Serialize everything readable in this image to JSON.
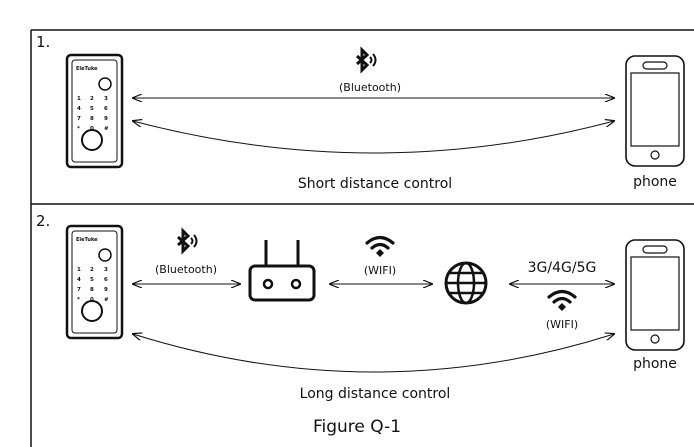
{
  "sections": [
    {
      "number": "1.",
      "lock_brand": "EleTuke",
      "protocol_label": "(Bluetooth)",
      "phone_label": "phone",
      "caption": "Short distance control"
    },
    {
      "number": "2.",
      "lock_brand": "EleTuke",
      "bluetooth_label": "(Bluetooth)",
      "wifi_label_1": "(WIFI)",
      "cellular_label": "3G/4G/5G",
      "wifi_label_2": "(WIFI)",
      "phone_label": "phone",
      "caption": "Long distance control"
    }
  ],
  "keypad": [
    "1",
    "2",
    "3",
    "4",
    "5",
    "6",
    "7",
    "8",
    "9",
    "*",
    "0",
    "#"
  ],
  "figure_caption": "Figure Q-1",
  "icons": [
    "lock-device-icon",
    "bluetooth-icon",
    "router-icon",
    "wifi-icon",
    "globe-icon",
    "phone-icon"
  ]
}
